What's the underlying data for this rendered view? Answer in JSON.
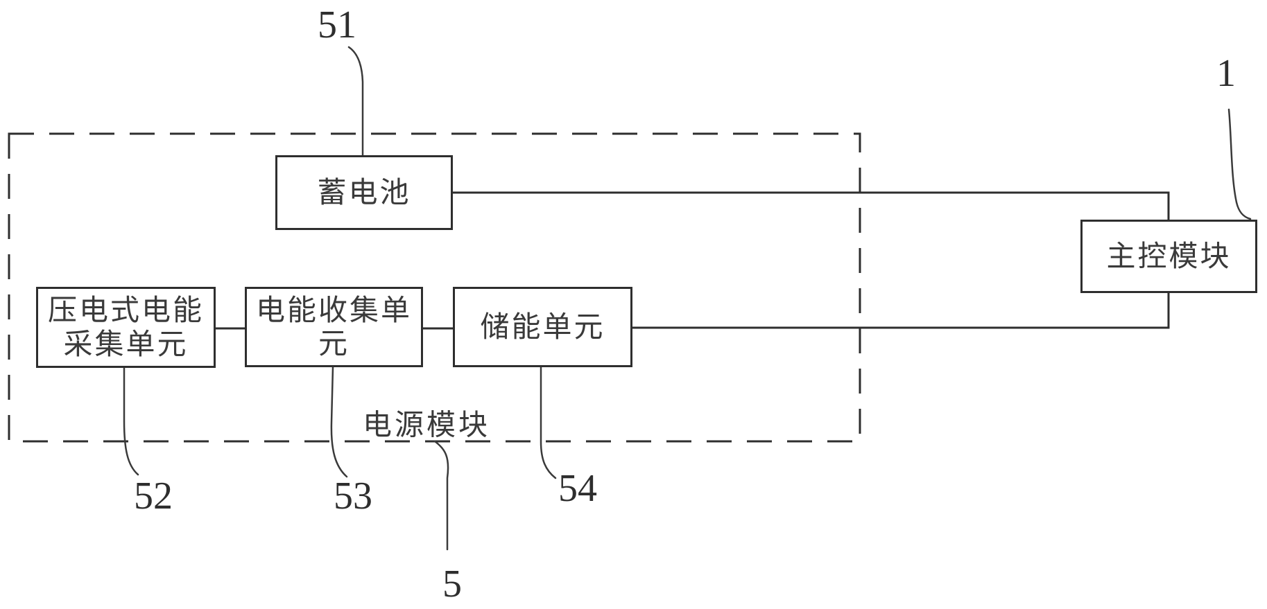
{
  "figure": {
    "background": "#ffffff",
    "line_color": "#2e2e2e",
    "text_color": "#3a3a3a",
    "boundary": {
      "label": "电源模块",
      "ref": "5"
    },
    "blocks": [
      {
        "name": "battery",
        "label": "蓄电池",
        "ref": "51"
      },
      {
        "name": "piezoelectric-harvester",
        "label": "压电式电能采集单元",
        "ref": "52"
      },
      {
        "name": "energy-collection-unit",
        "label": "电能收集单元",
        "ref": "53"
      },
      {
        "name": "energy-storage-unit",
        "label": "储能单元",
        "ref": "54"
      },
      {
        "name": "main-control-module",
        "label": "主控模块",
        "ref": "1"
      }
    ]
  }
}
